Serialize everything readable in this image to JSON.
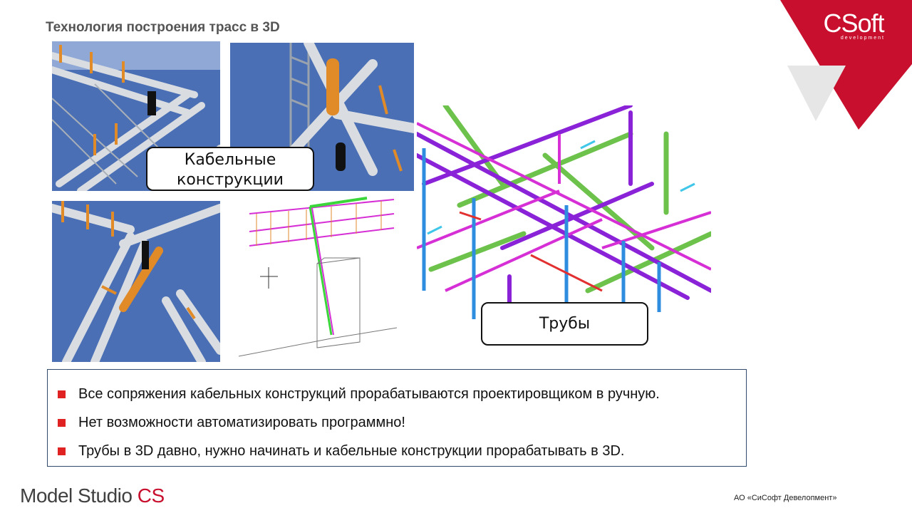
{
  "slide": {
    "title": "Технология построения трасс в 3D"
  },
  "logo": {
    "name": "CSoft",
    "subtitle": "development",
    "color": "#c8102e"
  },
  "callouts": {
    "cable": [
      "Кабельные",
      "конструкции"
    ],
    "pipes": "Трубы"
  },
  "bullets": [
    "Все сопряжения кабельных конструкций прорабатываются проектировщиком в ручную.",
    "Нет возможности автоматизировать программно!",
    "Трубы в 3D давно, нужно начинать и кабельные конструкции прорабатывать в 3D."
  ],
  "footer": {
    "brand_main": "Model Studio ",
    "brand_accent": "CS",
    "company": "АО «СиСофт Девелопмент»"
  },
  "colors": {
    "bullet": "#e02222",
    "scene_blue": "#4a6fb4",
    "tray_gray": "#d9dde2",
    "support_orange": "#e08a28",
    "pipe_magenta": "#d52fd5",
    "pipe_purple": "#8a22d8",
    "pipe_green": "#6cc24a",
    "pipe_blue": "#2f8de0"
  },
  "icons": {
    "bullet": "red-square-icon",
    "crosshair": "crosshair-icon"
  }
}
